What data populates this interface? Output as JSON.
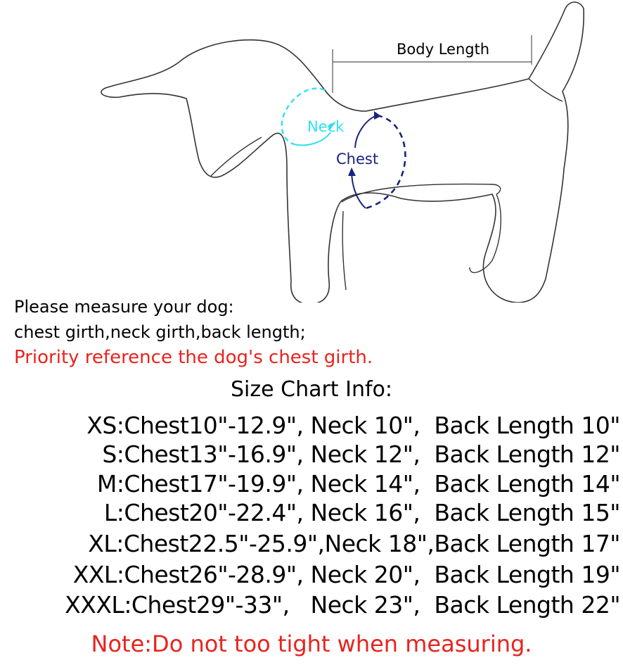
{
  "diagram": {
    "labels": {
      "body_length": "Body Length",
      "neck": "Neck",
      "chest": "Chest"
    },
    "colors": {
      "outline": "#333333",
      "neck": "#2fe0f0",
      "chest": "#1a237e"
    }
  },
  "instructions": {
    "line1": "Please measure your dog:",
    "line2": "chest girth,neck girth,back length;",
    "priority": "Priority reference the dog's chest girth."
  },
  "size_chart": {
    "title": "Size Chart Info:",
    "rows": [
      "XS:Chest10\"-12.9\", Neck 10\",  Back Length 10\"",
      "S:Chest13\"-16.9\", Neck 12\",  Back Length 12\"",
      "M:Chest17\"-19.9\", Neck 14\",  Back Length 14\"",
      "L:Chest20\"-22.4\", Neck 16\",  Back Length 15\"",
      "XL:Chest22.5\"-25.9\",Neck 18\",Back Length 17\"",
      "XXL:Chest26\"-28.9\", Neck 20\",  Back Length 19\"",
      "XXXL:Chest29\"-33\",   Neck 23\",  Back Length 22\""
    ]
  },
  "note": "Note:Do not too tight when measuring.",
  "colors": {
    "accent_red": "#e8231e",
    "text": "#000000"
  }
}
